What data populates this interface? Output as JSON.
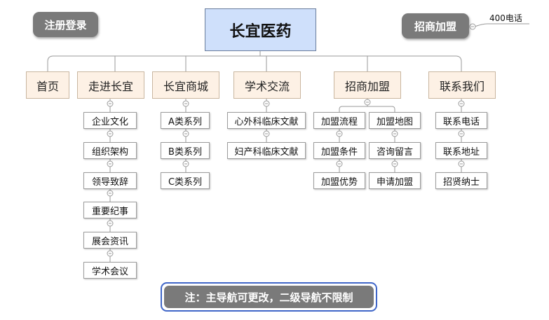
{
  "title": "长宜医药",
  "register_login": "注册登录",
  "investment_label": "招商加盟",
  "phone_label": "400电话",
  "note": "注：主导航可更改，二级导航不限制",
  "main_nav": [
    {
      "label": "首页",
      "children": []
    },
    {
      "label": "走进长宜",
      "children": [
        "企业文化",
        "组织架构",
        "领导致辞",
        "重要纪事",
        "展会资讯",
        "学术会议"
      ]
    },
    {
      "label": "长宜商城",
      "children": [
        "A类系列",
        "B类系列",
        "C类系列"
      ]
    },
    {
      "label": "学术交流",
      "children": [
        "心外科临床文献",
        "妇产科临床文献"
      ]
    },
    {
      "label": "招商加盟",
      "children": [
        "加盟流程",
        "加盟条件",
        "加盟优势",
        "加盟地图",
        "咨询留言",
        "申请加盟"
      ]
    },
    {
      "label": "联系我们",
      "children": [
        "联系电话",
        "联系地址",
        "招贤纳士"
      ]
    }
  ],
  "colors": {
    "root_fill": "#cfe0fb",
    "main_fill": "#fdf1e5",
    "pill_fill": "#7a7a7a",
    "note_border": "#3f66c8"
  }
}
